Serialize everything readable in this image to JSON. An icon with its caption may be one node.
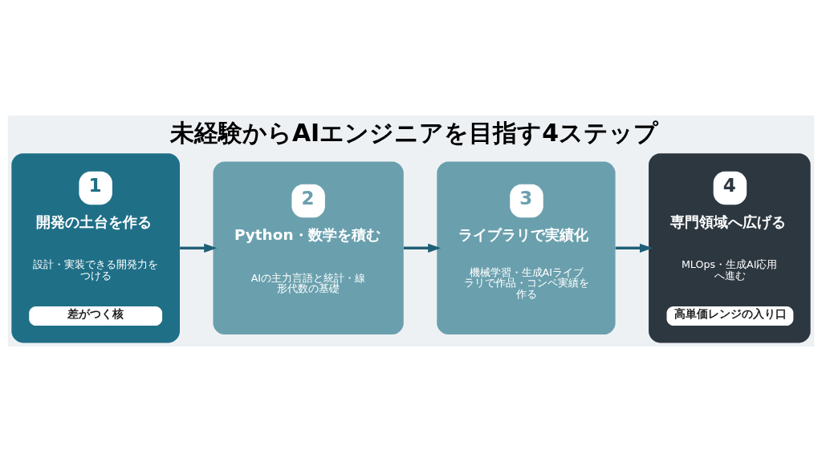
{
  "diagram": {
    "title": "未経験からAIエンジニアを目指す4ステップ",
    "nodes": [
      {
        "text": [
          "1",
          "開発の土台を作る",
          "設計・実装できる開発力をつける",
          "差がつく核"
        ]
      },
      {
        "text": [
          "2",
          "Python・数学を積む",
          "AIの主力言語と統計・線形代数の基礎"
        ]
      },
      {
        "text": [
          "3",
          "ライブラリで実績化",
          "機械学習・生成AIライブラリで作品・コンペ実績を作る"
        ]
      },
      {
        "text": [
          "4",
          "専門領域へ広げる",
          "MLOps・生成AI応用へ進む",
          "高単価レンジの入り口"
        ]
      }
    ],
    "edges": [
      {
        "from": 0,
        "to": 1,
        "arrow": "to"
      },
      {
        "from": 1,
        "to": 2,
        "arrow": "to"
      },
      {
        "from": 2,
        "to": 3,
        "arrow": "to"
      }
    ]
  }
}
